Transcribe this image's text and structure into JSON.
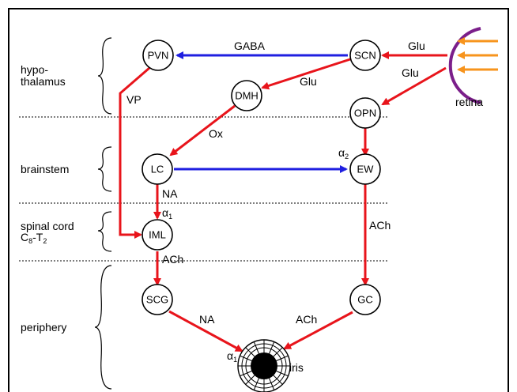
{
  "regions": {
    "hypothalamus_line1": "hypo-",
    "hypothalamus_line2": "thalamus",
    "brainstem": "brainstem",
    "spinal_cord_line1": "spinal cord",
    "spinal_cord_c": "C",
    "spinal_cord_c_sub": "8",
    "spinal_cord_dash": "-T",
    "spinal_cord_t_sub": "2",
    "periphery": "periphery"
  },
  "nodes": {
    "pvn": "PVN",
    "scn": "SCN",
    "dmh": "DMH",
    "opn": "OPN",
    "lc": "LC",
    "ew": "EW",
    "iml": "IML",
    "scg": "SCG",
    "gc": "GC"
  },
  "labels": {
    "gaba": "GABA",
    "glu_scn": "Glu",
    "glu_opn": "Glu",
    "glu_dmh": "Glu",
    "vp": "VP",
    "ox": "Ox",
    "na_lc": "NA",
    "ach_iml": "ACh",
    "ach_ew": "ACh",
    "na_scg": "NA",
    "ach_gc": "ACh",
    "retina": "retina",
    "iris": "iris"
  },
  "receptors": {
    "alpha": "α",
    "ew_sub": "2",
    "iml_sub": "1",
    "iris_sub": "1"
  },
  "colors": {
    "excitatory": "#e8141b",
    "inhibitory": "#1f1fe0",
    "light": "#f7941d",
    "retina": "#7b1f8a"
  }
}
